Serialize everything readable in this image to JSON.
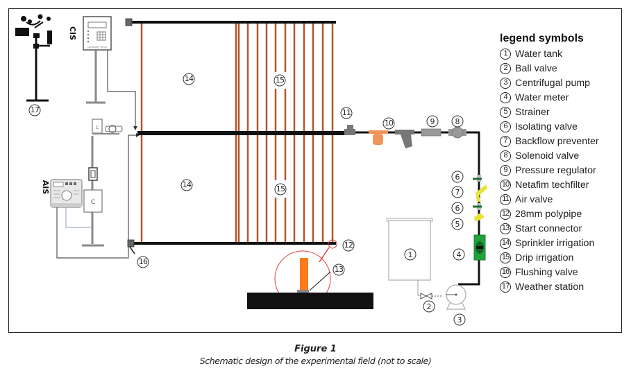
{
  "figure": {
    "title": "Figure 1",
    "caption": "Schematic design of the experimental field (not to scale)"
  },
  "diagram_labels": {
    "cis": "CIS",
    "ais": "AIS",
    "controller_text": "Controller Timer",
    "meter_box": "C"
  },
  "legend": {
    "title": "legend symbols",
    "items": [
      {
        "num": "1",
        "label": "Water tank"
      },
      {
        "num": "2",
        "label": "Ball valve"
      },
      {
        "num": "3",
        "label": "Centrifugal pump"
      },
      {
        "num": "4",
        "label": "Water meter"
      },
      {
        "num": "5",
        "label": "Strainer"
      },
      {
        "num": "6",
        "label": "Isolating valve"
      },
      {
        "num": "7",
        "label": "Backflow preventer"
      },
      {
        "num": "8",
        "label": "Solenoid valve"
      },
      {
        "num": "9",
        "label": "Pressure regulator"
      },
      {
        "num": "10",
        "label": "Netafim techfilter"
      },
      {
        "num": "11",
        "label": "Air valve"
      },
      {
        "num": "12",
        "label": "28mm polypipe"
      },
      {
        "num": "13",
        "label": "Start connector"
      },
      {
        "num": "14",
        "label": "Sprinkler irrigation"
      },
      {
        "num": "15",
        "label": "Drip irrigation"
      },
      {
        "num": "16",
        "label": "Flushing valve"
      },
      {
        "num": "17",
        "label": "Weather station"
      }
    ]
  },
  "markers": {
    "m1": "1",
    "m2": "2",
    "m3": "3",
    "m4": "4",
    "m5": "5",
    "m6a": "6",
    "m6b": "6",
    "m7": "7",
    "m8": "8",
    "m9": "9",
    "m10": "10",
    "m11": "11",
    "m12": "12",
    "m13": "13",
    "m14a": "14",
    "m14b": "14",
    "m15a": "15",
    "m15b": "15",
    "m16": "16",
    "m17": "17"
  },
  "colors": {
    "pipe": "#111111",
    "lateral": "#b5562a",
    "filter": "#f0955a",
    "meter": "#1fa33a",
    "valve_yellow": "#e8e23a",
    "isolating": "#1d6b35",
    "highlight": "#e33b3b",
    "connector": "#ff7a1a"
  }
}
